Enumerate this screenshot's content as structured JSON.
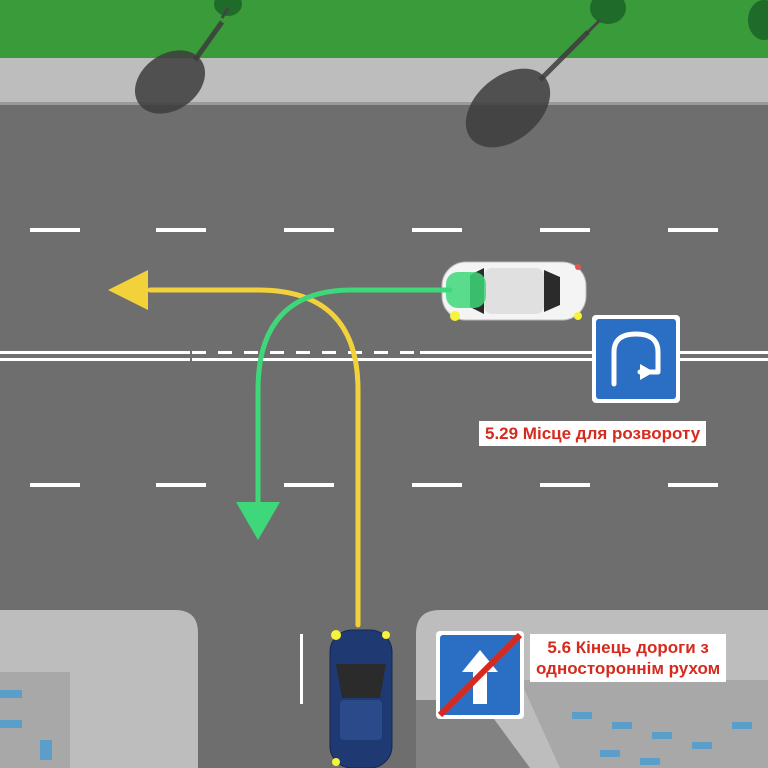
{
  "colors": {
    "grass": "#3a9b3a",
    "sidewalk": "#bdbdbd",
    "road": "#6e6e6e",
    "lane_marking": "#ffffff",
    "sign_blue": "#2a6fc4",
    "label_red": "#d62a1e",
    "arrow_yellow": "#f2d13a",
    "arrow_green": "#3ed77a",
    "car_white": "#f4f4f4",
    "car_blue": "#1f3a73"
  },
  "labels": {
    "sign_5_29": "5.29 Місце для розвороту",
    "sign_5_6_line1": "5.6 Кінець дороги з",
    "sign_5_6_line2": "одностороннім рухом"
  },
  "icons": {
    "sign_5_29": "u-turn-place-sign-icon",
    "sign_5_6": "end-of-one-way-road-sign-icon"
  }
}
